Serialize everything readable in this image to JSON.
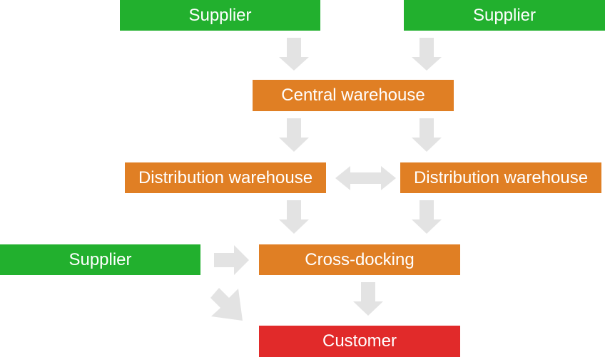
{
  "diagram": {
    "nodes": {
      "supplier_top_left": "Supplier",
      "supplier_top_right": "Supplier",
      "central_warehouse": "Central warehouse",
      "distribution_warehouse_left": "Distribution warehouse",
      "distribution_warehouse_right": "Distribution warehouse",
      "supplier_left": "Supplier",
      "cross_docking": "Cross-docking",
      "customer": "Customer"
    },
    "colors": {
      "supplier": "#22b02e",
      "warehouse": "#e07f24",
      "customer": "#e12a2a",
      "arrow": "#e3e3e3"
    }
  }
}
